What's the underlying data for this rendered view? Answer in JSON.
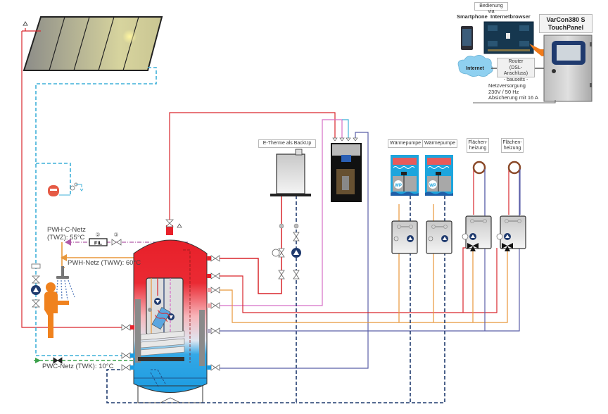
{
  "control": {
    "operation_label": "Bedienung via",
    "smartphone_label": "Smartphone",
    "browser_label": "Internetbrowser",
    "panel_title_line1": "VarCon380 S",
    "panel_title_line2": "TouchPanel",
    "internet_label": "Internet",
    "router_line1": "Router",
    "router_line2": "(DSL-Anschluss)",
    "router_line3": "- bauseits -",
    "power_line1": "Netzversorgung",
    "power_line2": "230V / 50 Hz",
    "power_line3": "Absicherung mit 16 A"
  },
  "components": {
    "etherme_label": "E-Therme als BackUp",
    "heatpump1_label": "Wärmepumpe",
    "heatpump2_label": "Wärmepumpe",
    "heatpump_badge": "WP",
    "floor_heating1_line1": "Flächen-",
    "floor_heating1_line2": "heizung",
    "floor_heating2_line1": "Flächen-",
    "floor_heating2_line2": "heizung",
    "filter_label": "FIL",
    "marker_2": "②",
    "marker_3": "③"
  },
  "networks": {
    "circulation_line1": "PWH-C-Netz",
    "circulation_line2": "(TWZ): 55°C",
    "hot_water": "PWH-Netz (TWW): 60°C",
    "cold_water": "PWC-Netz (TWK): 10°C"
  },
  "colors": {
    "hot": "#d9262c",
    "cold": "#1ba3e0",
    "return_blue": "#5a5fa8",
    "orange": "#e8973a",
    "magenta": "#d56fc6",
    "cyan_dash": "#3fb0d8",
    "green": "#3aa04a",
    "navy": "#1f3a6e",
    "person": "#f0821e"
  }
}
